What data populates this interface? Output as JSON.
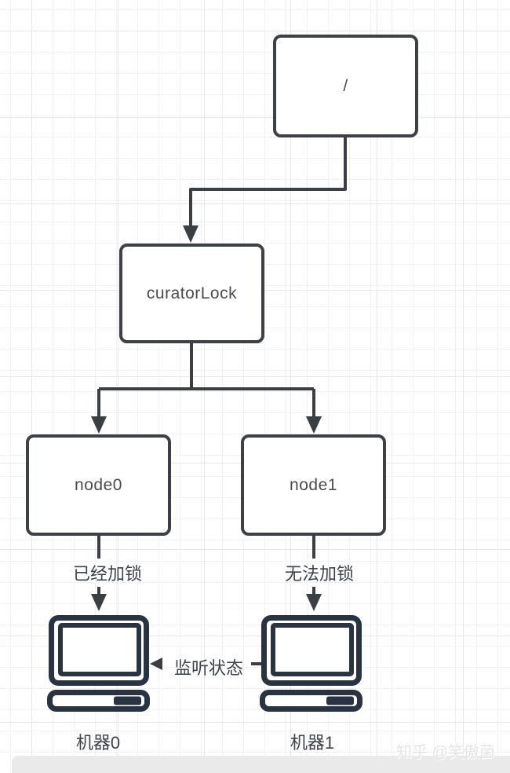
{
  "diagram": {
    "nodes": {
      "root": {
        "label": "/"
      },
      "curator_lock": {
        "label": "curatorLock"
      },
      "node0": {
        "label": "node0"
      },
      "node1": {
        "label": "node1"
      }
    },
    "edges": {
      "node0_to_machine0": {
        "label": "已经加锁"
      },
      "node1_to_machine1": {
        "label": "无法加锁"
      },
      "machine1_to_machine0": {
        "label": "监听状态"
      }
    },
    "machines": {
      "machine0": {
        "label": "机器0"
      },
      "machine1": {
        "label": "机器1"
      }
    },
    "colors": {
      "connector": "#3b3e43",
      "box_border": "#3d4045",
      "box_text": "#4b4b4b",
      "label_text": "#3e434a",
      "computer_icon": "#2a3342",
      "grid_minor": "#f2f2f2",
      "grid_major": "#e7e7e7",
      "bottom_band": "#eaeaea",
      "watermark": "#e5e5e5"
    },
    "watermark": {
      "text": "知乎 @笑傲菌"
    }
  }
}
